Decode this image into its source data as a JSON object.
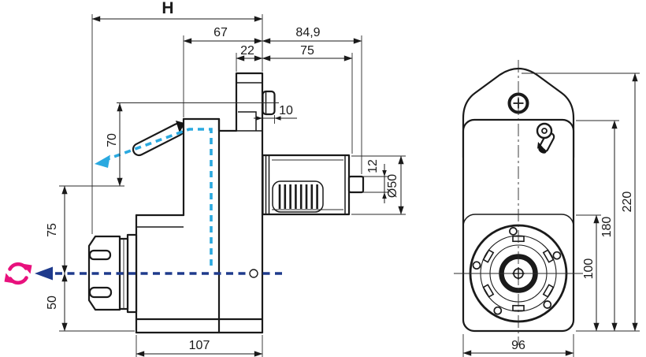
{
  "drawing": {
    "type": "technical-drawing",
    "subject": "VDI angular tool holder, side and front views",
    "side_view": {
      "label_h": "H",
      "dim_top_67": "67",
      "dim_top_849": "84,9",
      "dim_top_22": "22",
      "dim_top_75": "75",
      "dim_screw_10": "10",
      "dim_nozzle_70": "70",
      "dim_stub_12": "12",
      "dim_shank_dia": "Ø50",
      "dim_left_75": "75",
      "dim_left_50": "50",
      "dim_base_107": "107"
    },
    "front_view": {
      "dim_width_96": "96",
      "dim_flange_100": "100",
      "dim_body_180": "180",
      "dim_total_220": "220"
    },
    "colors": {
      "line": "#1a1a1a",
      "spindle_axis_blue": "#1e3a8c",
      "coolant_blue": "#2aa9e0",
      "rotation_magenta": "#e8117d"
    },
    "icons": {
      "rotation-direction-icon": "circular-arrows",
      "spindle-axis-arrow-icon": "dashed-arrow-left",
      "coolant-flow-icon": "dashed-arrow-through-nozzle",
      "phillips-screw-icon": "circle-with-cross",
      "coolant-nozzle-icon": "pivot-ring-with-tube"
    }
  }
}
